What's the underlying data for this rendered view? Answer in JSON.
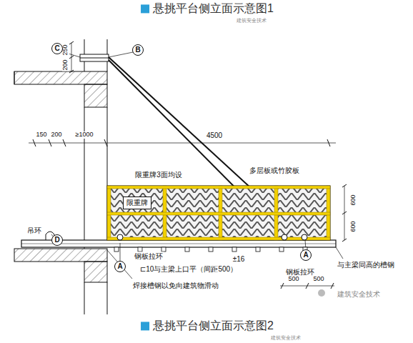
{
  "diagram": {
    "title": "悬挑平台侧立面示意图1",
    "caption": "悬挑平台侧立面示意图2",
    "nodes": [
      {
        "text": [
          "C"
        ]
      },
      {
        "text": [
          "B"
        ]
      },
      {
        "text": [
          "限重牌"
        ]
      },
      {
        "text": [
          "D"
        ]
      },
      {
        "text": [
          "A"
        ]
      },
      {
        "text": [
          "A"
        ]
      }
    ],
    "labels": [
      "建筑安全技术",
      "200",
      "250",
      "150",
      "200",
      "≥1000",
      "4500",
      "限重牌3面均设",
      "多层板或竹胶板",
      "600",
      "600",
      "吊环",
      "钢板拉环",
      "⊏10与主梁上口平（间距500）",
      "±16",
      "钢板拉环",
      "与主梁同高的槽钢",
      "焊接槽钢以免向建筑物滑动",
      "500",
      "500",
      "建筑安全技术",
      "建筑安全技术"
    ]
  }
}
